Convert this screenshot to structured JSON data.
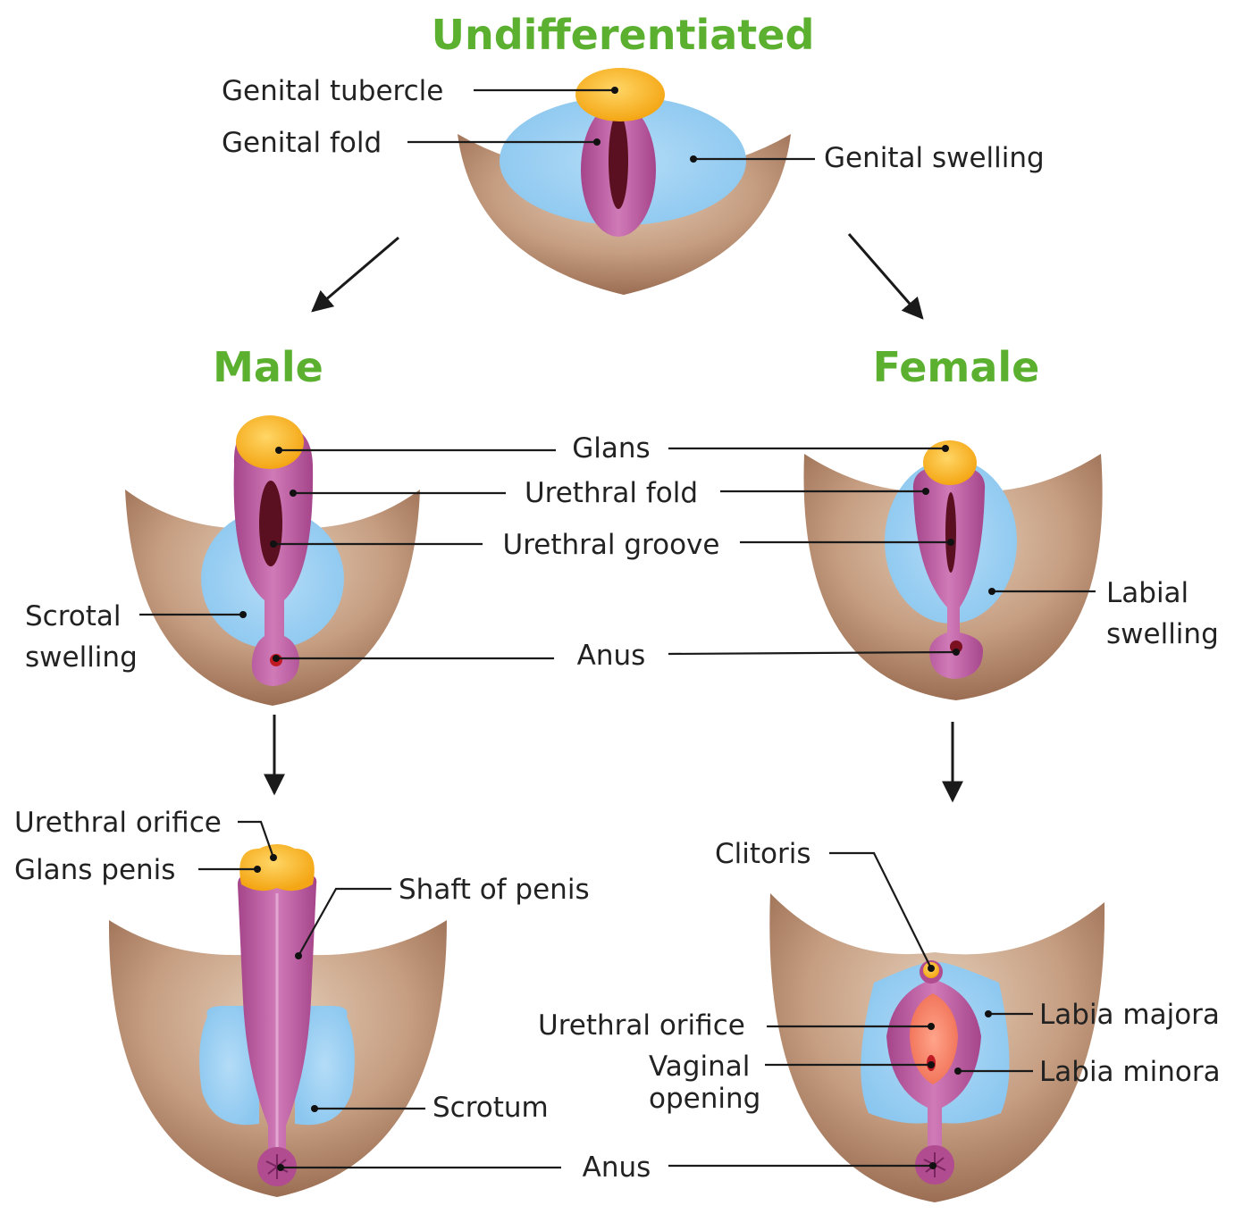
{
  "colors": {
    "heading": "#5bb030",
    "skin_light": "#dcc3ac",
    "skin_dark": "#9a6a4f",
    "swelling": "#9ccff2",
    "fold": "#b04c8f",
    "fold_highlight": "#d27bbd",
    "groove": "#5a1020",
    "tubercle": "#f7b21a",
    "vestibule": "#f47a5e"
  },
  "headings": {
    "undifferentiated": "Undifferentiated",
    "male": "Male",
    "female": "Female"
  },
  "undifferentiated": {
    "genital_tubercle": "Genital tubercle",
    "genital_fold": "Genital fold",
    "genital_swelling": "Genital swelling"
  },
  "shared": {
    "glans": "Glans",
    "urethral_fold": "Urethral fold",
    "urethral_groove": "Urethral groove",
    "anus": "Anus"
  },
  "male_early": {
    "scrotal_swelling_line1": "Scrotal",
    "scrotal_swelling_line2": "swelling"
  },
  "female_early": {
    "labial_swelling_line1": "Labial",
    "labial_swelling_line2": "swelling"
  },
  "male_final": {
    "urethral_orifice": "Urethral orifice",
    "glans_penis": "Glans penis",
    "shaft_of_penis": "Shaft of penis",
    "scrotum": "Scrotum"
  },
  "female_final": {
    "clitoris": "Clitoris",
    "urethral_orifice": "Urethral orifice",
    "vaginal_opening_line1": "Vaginal",
    "vaginal_opening_line2": "opening",
    "labia_majora": "Labia majora",
    "labia_minora": "Labia minora"
  },
  "final_shared": {
    "anus": "Anus"
  }
}
